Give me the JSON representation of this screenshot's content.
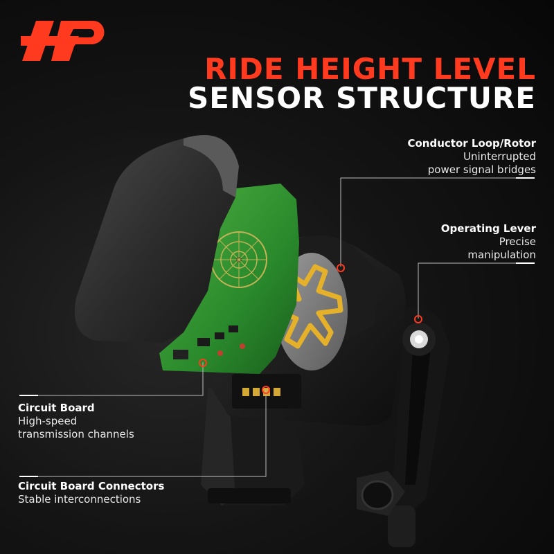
{
  "brand": {
    "logo_icon": "a-premium-logo-icon",
    "accent_color": "#ff3a1e"
  },
  "headline": {
    "line1": "RIDE HEIGHT LEVEL",
    "line2": "SENSOR STRUCTURE"
  },
  "callouts": {
    "rotor": {
      "title": "Conductor Loop/Rotor",
      "line1": "Uninterrupted",
      "line2": "power signal bridges"
    },
    "lever": {
      "title": "Operating Lever",
      "line1": "Precise",
      "line2": "manipulation"
    },
    "board": {
      "title": "Circuit Board",
      "line1": "High-speed",
      "line2": "transmission channels"
    },
    "connectors": {
      "title": "Circuit Board Connectors",
      "line1": "Stable interconnections"
    }
  }
}
